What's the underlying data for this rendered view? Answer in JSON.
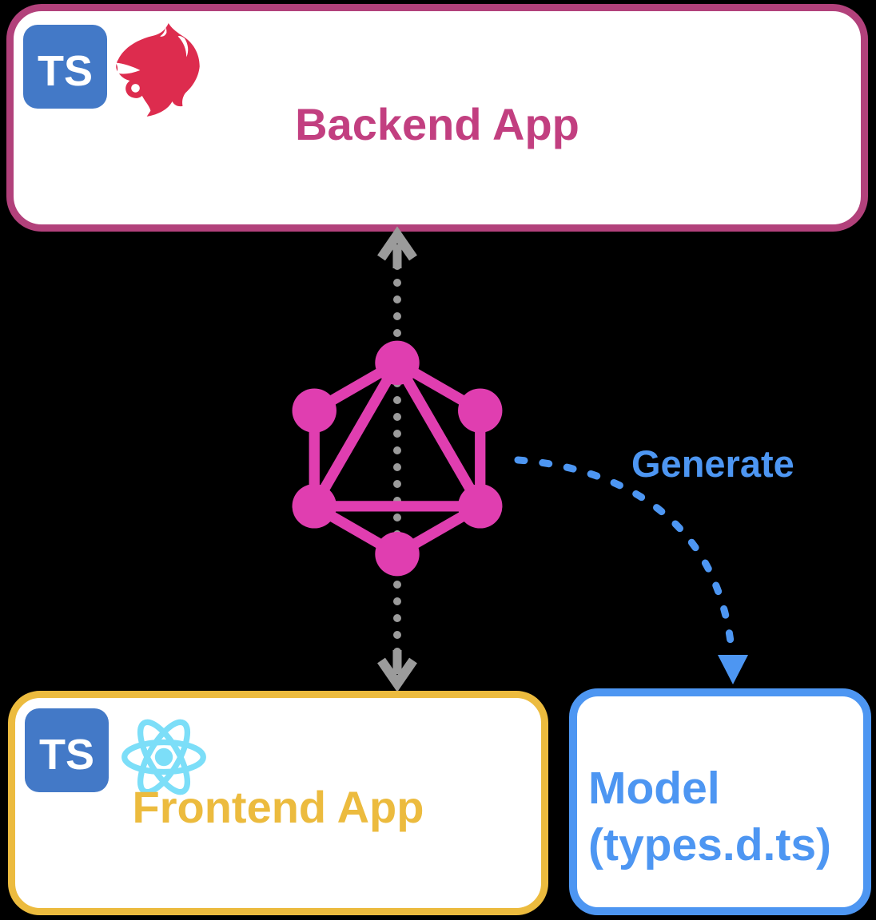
{
  "colors": {
    "page-bg": "#000000",
    "box-bg": "#ffffff",
    "backend-pink": "#b2417b",
    "backend-text": "#c23f80",
    "gold": "#ecbb3e",
    "blue": "#4d96f2",
    "gray": "#9b9b9b",
    "graphql-pink": "#e03eb0",
    "ts-blue": "#4379c7",
    "nest-red": "#dd2c4e",
    "react-cyan": "#7cdef8"
  },
  "diagram": {
    "backend": {
      "title": "Backend App"
    },
    "frontend": {
      "title": "Frontend App"
    },
    "model": {
      "title_line1": "Model",
      "title_line2": "(types.d.ts)"
    },
    "generate_label": "Generate",
    "ts_badge": "TS"
  }
}
